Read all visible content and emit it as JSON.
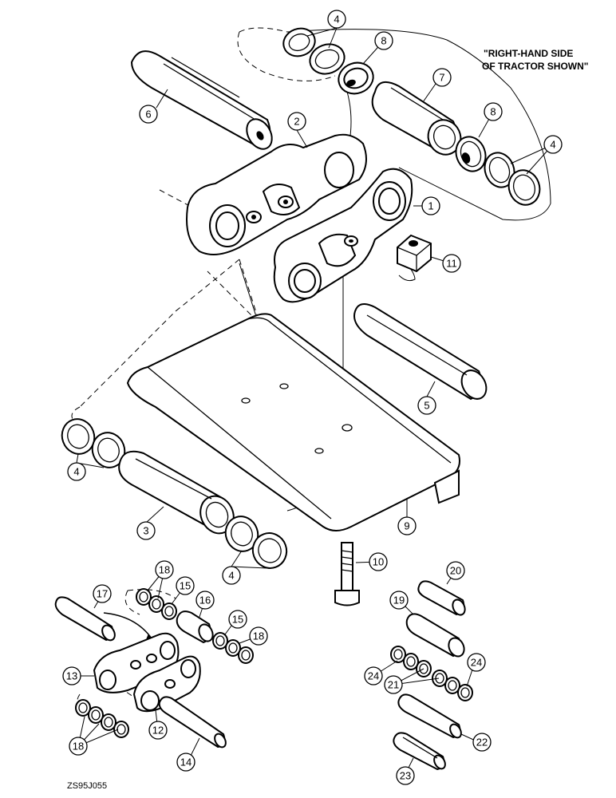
{
  "note": {
    "line1": "\"RIGHT-HAND SIDE",
    "line2": "OF TRACTOR SHOWN\""
  },
  "figure_code": "ZS95J055",
  "callouts": [
    "1",
    "2",
    "3",
    "4",
    "4",
    "4",
    "4",
    "5",
    "6",
    "7",
    "8",
    "8",
    "9",
    "10",
    "11",
    "12",
    "13",
    "14",
    "15",
    "15",
    "16",
    "17",
    "18",
    "18",
    "18",
    "19",
    "20",
    "21",
    "22",
    "23",
    "24",
    "24"
  ],
  "parts": [
    "link (right)",
    "link (left)",
    "bushing",
    "seal",
    "pin",
    "pin",
    "bushing",
    "spacer",
    "track shoe",
    "bolt",
    "nut",
    "link",
    "link",
    "pin",
    "seal",
    "bushing",
    "pin",
    "spacer",
    "bushing",
    "bushing",
    "seal",
    "pin",
    "pin",
    "spacer"
  ]
}
